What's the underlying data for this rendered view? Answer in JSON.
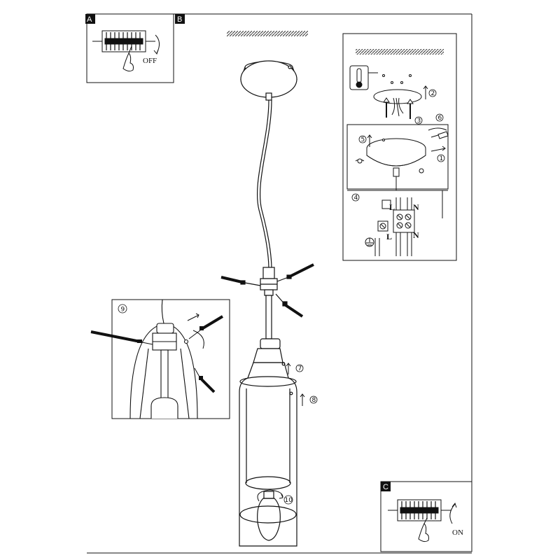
{
  "labels": {
    "A": "A",
    "B": "B",
    "C": "C",
    "off": "OFF",
    "on": "ON",
    "L": "L",
    "N": "N"
  },
  "steps": {
    "s1": "1",
    "s2": "2",
    "s3": "3",
    "s4": "4",
    "s5": "5",
    "s6": "6",
    "s7": "7",
    "s8": "8",
    "s9": "9",
    "s10": "10"
  }
}
